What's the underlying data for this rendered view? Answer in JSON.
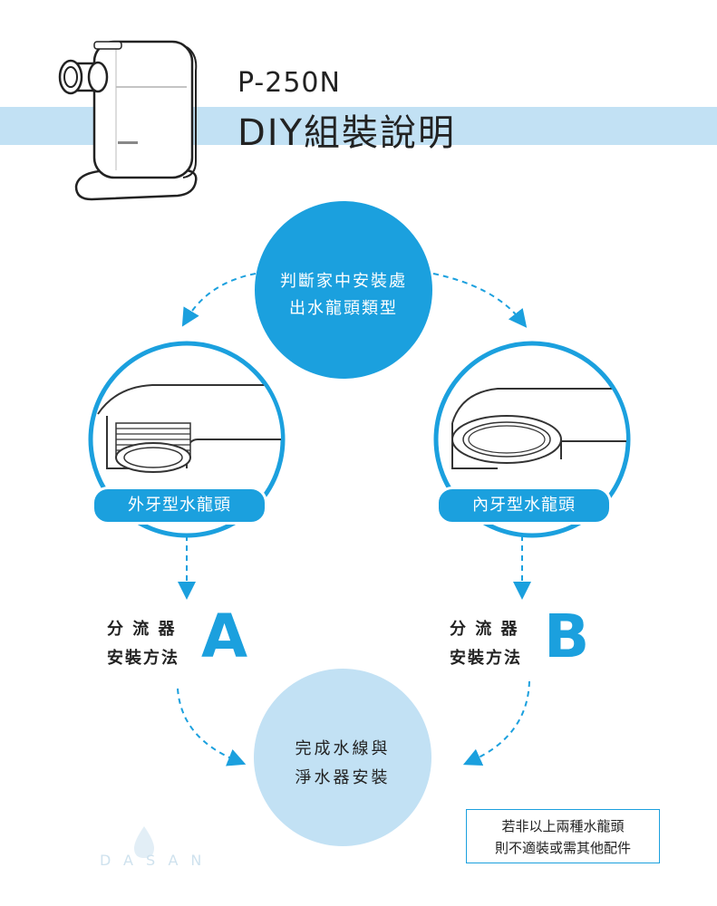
{
  "header": {
    "model": "P-250N",
    "title": "DIY組裝說明"
  },
  "top_circle": {
    "line1": "判斷家中安裝處",
    "line2": "出水龍頭類型"
  },
  "left": {
    "pill_label": "外牙型水龍頭",
    "method_line1": "分 流 器",
    "method_line2": "安裝方法",
    "letter": "A"
  },
  "right": {
    "pill_label": "內牙型水龍頭",
    "method_line1": "分 流 器",
    "method_line2": "安裝方法",
    "letter": "B"
  },
  "bottom_circle": {
    "line1": "完成水線與",
    "line2": "淨水器安裝"
  },
  "note": {
    "line1": "若非以上兩種水龍頭",
    "line2": "則不適裝或需其他配件"
  },
  "watermark": "DASAN",
  "colors": {
    "accent": "#1ba0de",
    "light": "#c2e1f4",
    "text": "#222222"
  },
  "icons": [
    "water-purifier-icon",
    "external-thread-faucet-icon",
    "internal-thread-faucet-icon",
    "water-drop-icon"
  ]
}
